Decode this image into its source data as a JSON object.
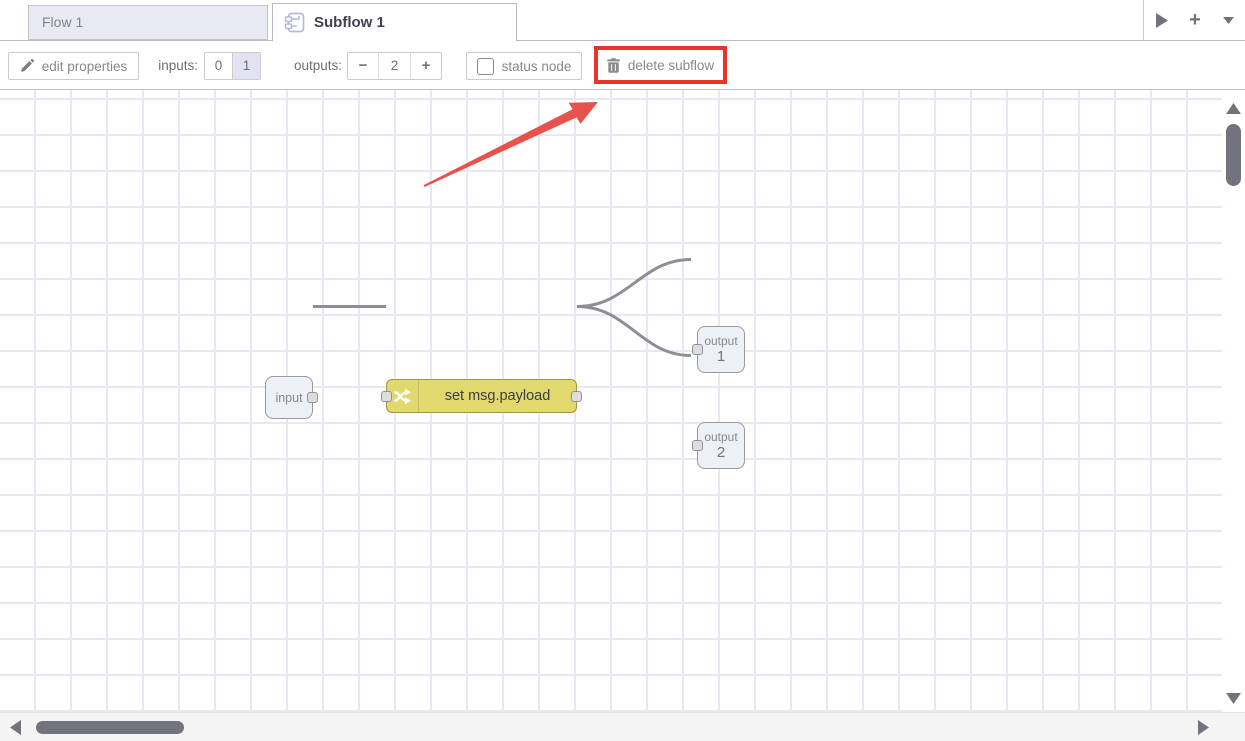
{
  "tabs": {
    "flow1": "Flow 1",
    "subflow1": "Subflow 1"
  },
  "tabbar": {
    "add_label": "+"
  },
  "toolbar": {
    "edit_properties": "edit properties",
    "inputs_label": "inputs:",
    "inputs_option_0": "0",
    "inputs_option_1": "1",
    "inputs_selected": "1",
    "outputs_label": "outputs:",
    "outputs_decrease": "−",
    "outputs_value": "2",
    "outputs_increase": "+",
    "status_node": "status node",
    "status_node_checked": false,
    "delete_subflow": "delete subflow"
  },
  "canvas": {
    "nodes": {
      "input": {
        "label": "input"
      },
      "change": {
        "label": "set msg.payload",
        "type": "change",
        "color": "#e2d96e"
      },
      "output1": {
        "label": "output",
        "number": "1"
      },
      "output2": {
        "label": "output",
        "number": "2"
      }
    },
    "wires": [
      {
        "from": "input",
        "to": "change"
      },
      {
        "from": "change",
        "to": "output1"
      },
      {
        "from": "change",
        "to": "output2"
      }
    ]
  },
  "annotations": {
    "highlight_target": "delete subflow button",
    "highlight_color": "#e8352c",
    "arrow_color": "#e8524c"
  },
  "icons": {
    "subflow": "subflow-badge",
    "edit": "pencil",
    "delete": "trash",
    "tab_scroll": "play-triangle",
    "tab_menu": "chevron-down",
    "change_node": "shuffle-arrows"
  },
  "colors": {
    "grid_line": "#e8e8f5",
    "wire": "#8e8e96",
    "node_yellow": "#e2d96e",
    "endpoint_fill": "#eef0f8",
    "inactive_tab_fill": "#e9e9f3",
    "selected_toggle_fill": "#e2e2f2",
    "scrollbar": "#73737e"
  }
}
